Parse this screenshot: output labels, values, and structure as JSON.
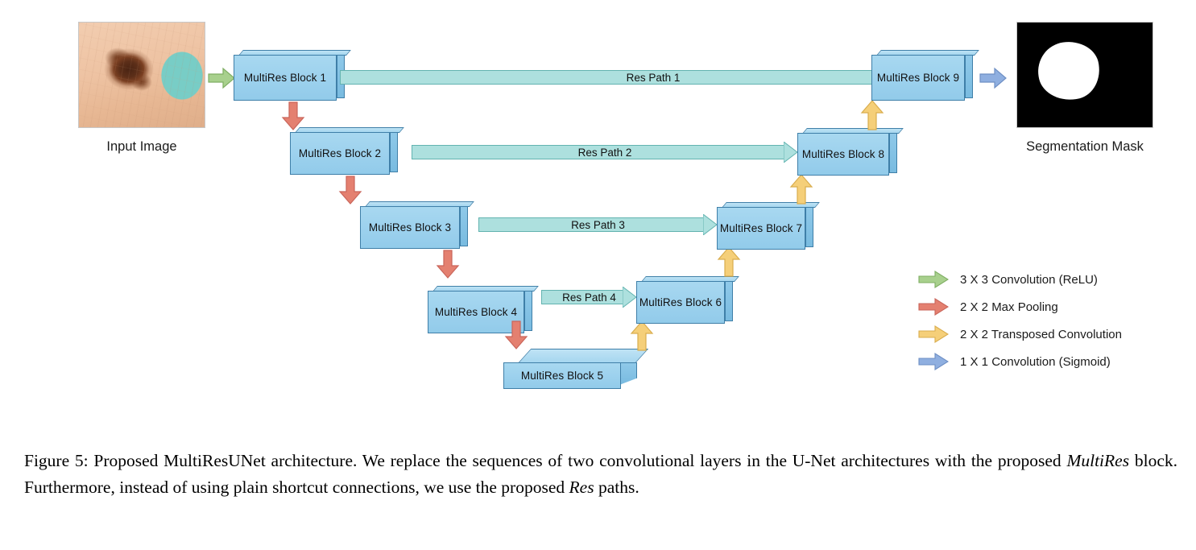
{
  "figure": {
    "caption_prefix": "Figure 5:",
    "caption_part1": " Proposed MultiResUNet architecture. We replace the sequences of two convolutional layers in the U-Net architectures with the proposed ",
    "caption_em1": "MultiRes",
    "caption_part2": " block. Furthermore, instead of using plain shortcut connections, we use the proposed ",
    "caption_em2": "Res",
    "caption_part3": " paths."
  },
  "images": {
    "input": {
      "caption": "Input Image",
      "name": "dermoscopy-skin-lesion"
    },
    "output": {
      "caption": "Segmentation Mask",
      "name": "binary-lesion-mask"
    }
  },
  "blocks": [
    {
      "id": 1,
      "label": "MultiRes Block 1"
    },
    {
      "id": 2,
      "label": "MultiRes Block 2"
    },
    {
      "id": 3,
      "label": "MultiRes Block 3"
    },
    {
      "id": 4,
      "label": "MultiRes Block 4"
    },
    {
      "id": 5,
      "label": "MultiRes Block 5"
    },
    {
      "id": 6,
      "label": "MultiRes Block 6"
    },
    {
      "id": 7,
      "label": "MultiRes Block 7"
    },
    {
      "id": 8,
      "label": "MultiRes Block 8"
    },
    {
      "id": 9,
      "label": "MultiRes Block 9"
    }
  ],
  "respaths": [
    {
      "id": 1,
      "label": "Res Path 1"
    },
    {
      "id": 2,
      "label": "Res Path 2"
    },
    {
      "id": 3,
      "label": "Res Path 3"
    },
    {
      "id": 4,
      "label": "Res Path 4"
    }
  ],
  "legend": {
    "items": [
      {
        "icon": "green-right-arrow-icon",
        "color": "#a8d08d",
        "label": "3 X 3 Convolution (ReLU)"
      },
      {
        "icon": "red-right-arrow-icon",
        "color": "#e48070",
        "label": "2 X 2 Max Pooling"
      },
      {
        "icon": "yellow-right-arrow-icon",
        "color": "#f5cf79",
        "label": "2 X 2 Transposed Convolution"
      },
      {
        "icon": "blue-right-arrow-icon",
        "color": "#8fafe0",
        "label": "1 X 1 Convolution (Sigmoid)"
      }
    ]
  },
  "colors": {
    "block_fill": "#9ed2ee",
    "block_stroke": "#3f7fa8",
    "respath_fill": "#ade0de",
    "respath_stroke": "#63b3b0",
    "conv_green": "#a8d08d",
    "pool_red": "#e48070",
    "transposed_yellow": "#f5cf79",
    "sigmoid_blue": "#8fafe0",
    "background": "#ffffff"
  }
}
